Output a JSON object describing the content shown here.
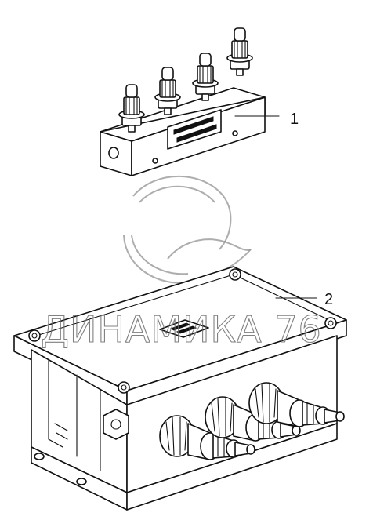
{
  "callouts": [
    {
      "number": "1",
      "part": "switch-block"
    },
    {
      "number": "2",
      "part": "junction-box"
    }
  ],
  "watermark": {
    "text": "ДИНАМИКА 76",
    "color": "#6a6a6a"
  },
  "colors": {
    "line": "#111111",
    "background": "#ffffff"
  }
}
